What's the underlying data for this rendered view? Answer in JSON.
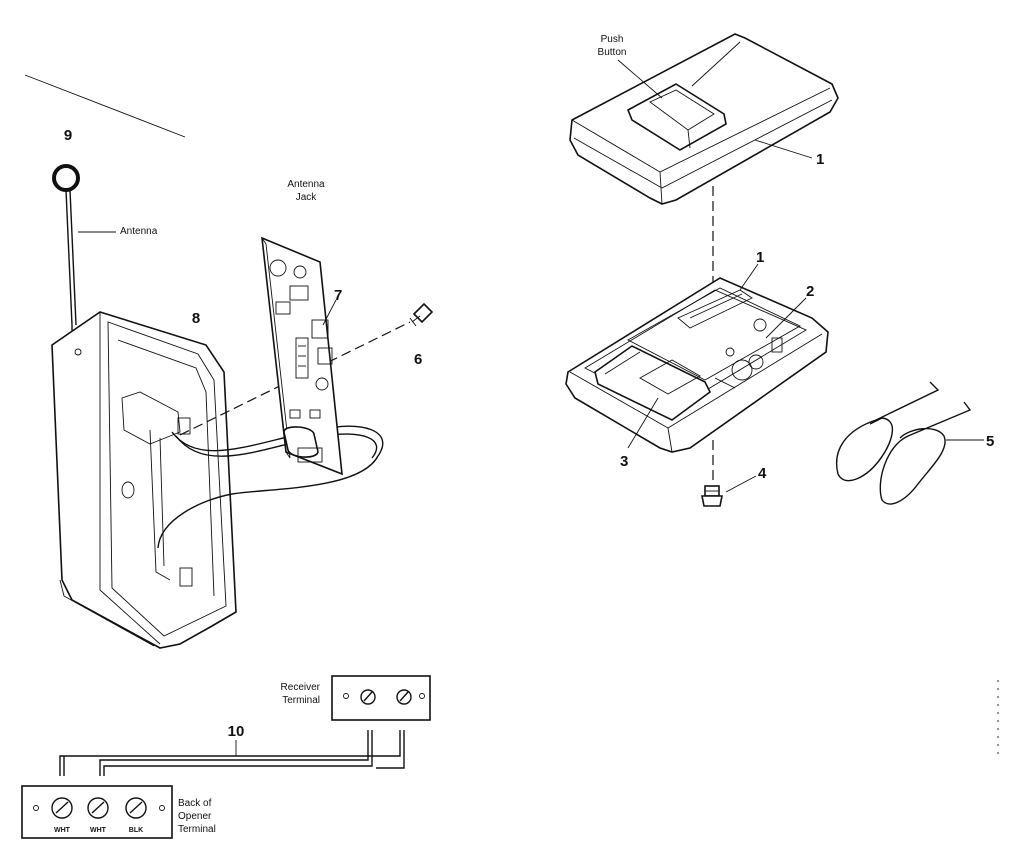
{
  "labels": {
    "push_button": [
      "Push",
      "Button"
    ],
    "antenna_jack": [
      "Antenna",
      "Jack"
    ],
    "antenna": "Antenna",
    "receiver_terminal": [
      "Receiver",
      "Terminal"
    ],
    "back_of_opener_terminal": [
      "Back of",
      "Opener",
      "Terminal"
    ]
  },
  "part_numbers": {
    "cover": "1",
    "transmitter_body": "1",
    "circuit_board": "2",
    "battery": "3",
    "screw": "4",
    "visor_clip": "5",
    "receiver_screw": "6",
    "receiver_board": "7",
    "receiver_case": "8",
    "antenna": "9",
    "wire": "10"
  },
  "terminal_markings": [
    "WHT",
    "WHT",
    "BLK"
  ]
}
